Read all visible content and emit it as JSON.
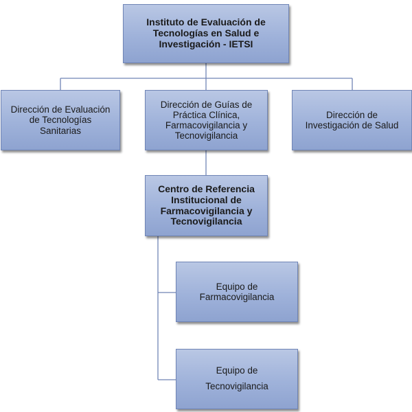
{
  "nodes": {
    "root": "Instituto de Evaluación de\nTecnologías en Salud e\nInvestigación - IETSI",
    "dets": "Dirección de Evaluación\nde Tecnologías\nSanitarias",
    "dgpc": "Dirección de Guías  de\nPráctica Clínica,\nFarmacovigilancia y\nTecnovigilancia",
    "dis": "Dirección de\nInvestigación  de Salud",
    "crif": "Centro de Referencia\nInstitucional de\nFarmacovigilancia y\nTecnovigilancia",
    "efv": "Equipo de\nFarmacovigilancia",
    "etv": "Equipo  de\nTecnovigilancia"
  },
  "colors": {
    "box_fill": "#9fb2da",
    "box_border": "#6f84b5",
    "connector": "#6f84b5"
  }
}
